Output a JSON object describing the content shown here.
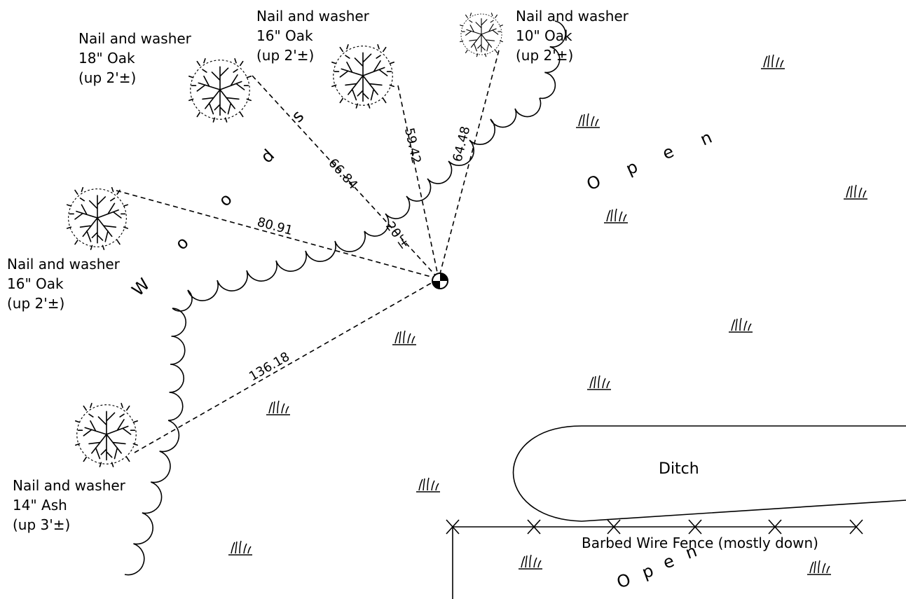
{
  "trees": [
    {
      "id": "t18oak",
      "lines": [
        "Nail and washer",
        "18\" Oak",
        "(up 2'±)"
      ]
    },
    {
      "id": "t16oakA",
      "lines": [
        "Nail and washer",
        "16\" Oak",
        "(up 2'±)"
      ]
    },
    {
      "id": "t10oak",
      "lines": [
        "Nail and washer",
        "10\" Oak",
        "(up 2'±)"
      ]
    },
    {
      "id": "t16oakB",
      "lines": [
        "Nail and washer",
        "16\" Oak",
        "(up 2'±)"
      ]
    },
    {
      "id": "t14ash",
      "lines": [
        "Nail and washer",
        "14\" Ash",
        "(up 3'±)"
      ]
    }
  ],
  "distances": {
    "d1": "66.84",
    "d2": "59.42",
    "d3": "64.48",
    "d4": "80.91",
    "d5": "136.18",
    "d6": "20'±"
  },
  "woods_letters": [
    "W",
    "o",
    "o",
    "d",
    "s"
  ],
  "open_top": [
    "O",
    "p",
    "e",
    "n"
  ],
  "open_bottom": [
    "O",
    "p",
    "e",
    "n"
  ],
  "ditch_label": "Ditch",
  "fence_label": "Barbed Wire Fence (mostly down)"
}
